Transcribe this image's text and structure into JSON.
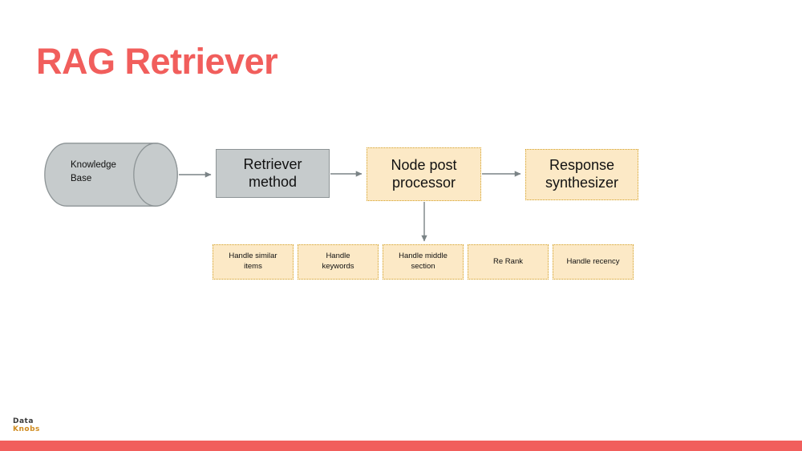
{
  "slide": {
    "title": "RAG Retriever",
    "title_color": "#F15E5C",
    "background_color": "#FFFFFF"
  },
  "diagram": {
    "type": "flowchart",
    "orientation": "left-to-right",
    "datastore": {
      "id": "knowledge-base",
      "shape": "cylinder",
      "label": "Knowledge\nBase",
      "label_line1": "Knowledge",
      "label_line2": "Base",
      "fill_color": "#C6CBCC",
      "stroke_color": "#8D9496"
    },
    "pipeline": [
      {
        "id": "retriever-method",
        "label": "Retriever method",
        "label_line1": "Retriever",
        "label_line2": "method",
        "shape": "rectangle",
        "fill_color": "#C6CBCC",
        "stroke_color": "#8D9496",
        "border_style": "solid"
      },
      {
        "id": "node-post-processor",
        "label": "Node post processor",
        "label_line1": "Node post",
        "label_line2": "processor",
        "shape": "rectangle",
        "fill_color": "#FCE9C6",
        "stroke_color": "#D4A22A",
        "border_style": "dotted"
      },
      {
        "id": "response-synthesizer",
        "label": "Response synthesizer",
        "label_line1": "Response",
        "label_line2": "synthesizer",
        "shape": "rectangle",
        "fill_color": "#FCE9C6",
        "stroke_color": "#D4A22A",
        "border_style": "dotted"
      }
    ],
    "subnodes_parent": "node-post-processor",
    "subnodes": [
      {
        "id": "handle-similar-items",
        "label": "Handle similar items",
        "label_line1": "Handle similar",
        "label_line2": "items"
      },
      {
        "id": "handle-keywords",
        "label": "Handle keywords",
        "label_line1": "Handle",
        "label_line2": "keywords"
      },
      {
        "id": "handle-middle-section",
        "label": "Handle middle section",
        "label_line1": "Handle middle",
        "label_line2": "section"
      },
      {
        "id": "re-rank",
        "label": "Re Rank",
        "label_line1": "Re Rank",
        "label_line2": ""
      },
      {
        "id": "handle-recency",
        "label": "Handle recency",
        "label_line1": "Handle recency",
        "label_line2": ""
      }
    ],
    "connectors": [
      {
        "from": "knowledge-base",
        "to": "retriever-method",
        "direction": "right",
        "arrow": true
      },
      {
        "from": "retriever-method",
        "to": "node-post-processor",
        "direction": "right",
        "arrow": true
      },
      {
        "from": "node-post-processor",
        "to": "response-synthesizer",
        "direction": "right",
        "arrow": true
      },
      {
        "from": "node-post-processor",
        "to": "handle-middle-section",
        "direction": "down",
        "arrow": true
      }
    ],
    "connector_color": "#7A8386"
  },
  "footer": {
    "bar_color": "#F15E5C",
    "logo_line1": "Data",
    "logo_line2": "Knobs"
  }
}
